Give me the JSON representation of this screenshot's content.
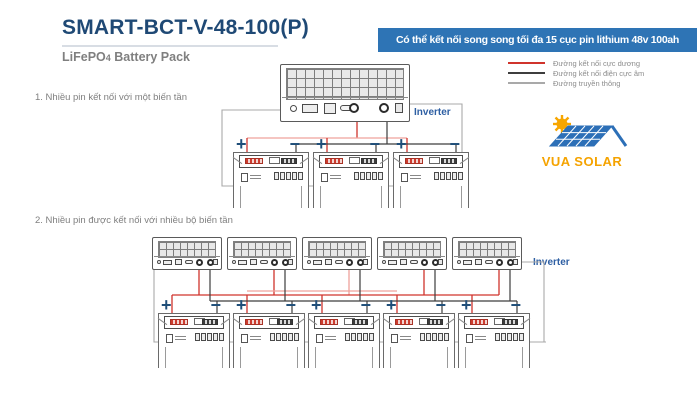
{
  "header": {
    "title": "SMART-BCT-V-48-100(P)",
    "subtitle_prefix": "LiFePO",
    "subtitle_sub": "4",
    "subtitle_suffix": "Battery Pack"
  },
  "banner": {
    "text": "Có thể kết nối song song tối đa 15 cục pin lithium 48v 100ah",
    "bg": "#2E74B5"
  },
  "legend": {
    "items": [
      {
        "label": "Đường kết nối cực dương",
        "color": "#D0342C"
      },
      {
        "label": "Đường kết nối điện cực âm",
        "color": "#3D3D3D"
      },
      {
        "label": "Đường truyền thông",
        "color": "#A9A9A9"
      }
    ]
  },
  "sections": [
    {
      "label": "1. Nhiều pin kết nối với một biến tần",
      "inverter_label": "Inverter",
      "inverter_count": 1,
      "battery_count": 3
    },
    {
      "label": "2. Nhiều pin được kết nối với nhiều bộ biến tần",
      "inverter_label": "Inverter",
      "inverter_count": 5,
      "battery_count": 5
    }
  ],
  "battery": {
    "plus": "+",
    "minus": "−"
  },
  "logo": {
    "text": "VUA SOLAR",
    "color": "#F5A300",
    "panel_color": "#2C6FB7",
    "sun_color": "#F7A600"
  },
  "colors": {
    "accent_navy": "#1F4E79",
    "title_navy": "#1F4975",
    "wire_red": "#D0342C",
    "wire_red_light": "#EFA29C",
    "wire_black": "#3D3D3D",
    "wire_gray": "#A9A9A9"
  }
}
